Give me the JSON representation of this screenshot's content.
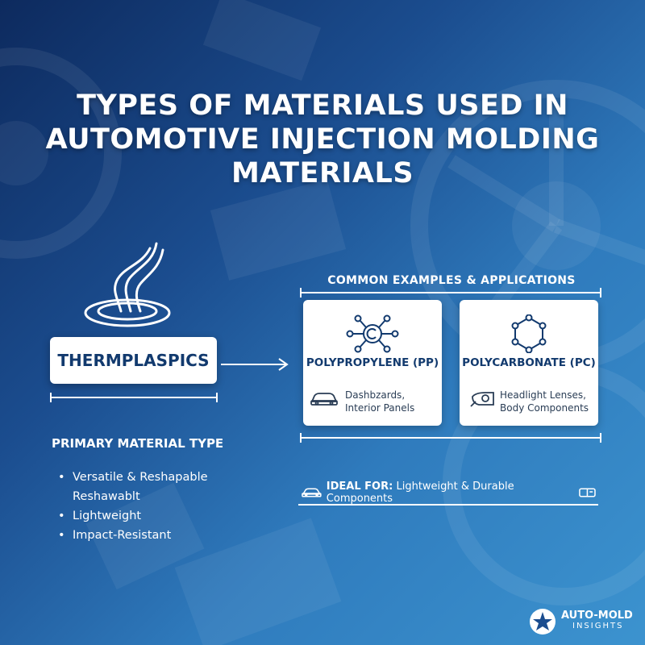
{
  "title": [
    "TYPES OF MATERIALS USED IN",
    "AUTOMOTIVE INJECTION MOLDING",
    "MATERIALS"
  ],
  "primary": {
    "label": "THERMPLASPICS",
    "type_label": "PRIMARY MATERIAL TYPE",
    "features": [
      "Versatile & Reshapable",
      "Reshawablt",
      "Lightweight",
      "Impact-Resistant"
    ]
  },
  "examples": {
    "header": "COMMON EXAMPLES & APPLICATIONS",
    "cards": [
      {
        "name": "POLYPROPYLENE (PP)",
        "apps": [
          "Dashbzards,",
          "Interior Panels"
        ],
        "molecule_icon": "molecule-network-icon",
        "app_icon": "car-icon"
      },
      {
        "name": "POLYCARBONATE (PC)",
        "apps": [
          "Headlight Lenses,",
          "Body Components"
        ],
        "molecule_icon": "hexagon-molecule-icon",
        "app_icon": "headlight-icon"
      }
    ]
  },
  "ideal": {
    "prefix": "IDEAL FOR:",
    "text": "Lightweight & Durable Components"
  },
  "brand": {
    "name": "AUTO-MOLD",
    "tagline": "INSIGHTS"
  },
  "colors": {
    "bg_dark": "#0d2a5e",
    "bg_light": "#3c93cf",
    "card": "#ffffff",
    "text_dark": "#123a6e"
  }
}
